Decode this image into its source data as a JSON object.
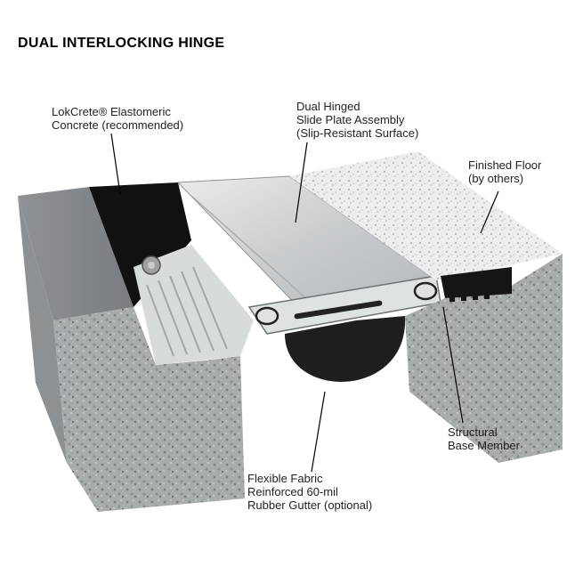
{
  "title": "DUAL INTERLOCKING HINGE",
  "callouts": {
    "lokcrete": [
      "LokCrete® Elastomeric",
      "Concrete (recommended)"
    ],
    "slide_plate": [
      "Dual Hinged",
      "Slide Plate Assembly",
      "(Slip-Resistant Surface)"
    ],
    "finished_floor": [
      "Finished Floor",
      "(by others)"
    ],
    "base_member": [
      "Structural",
      "Base Member"
    ],
    "gutter": [
      "Flexible Fabric",
      "Reinforced 60-mil",
      "Rubber Gutter (optional)"
    ]
  }
}
